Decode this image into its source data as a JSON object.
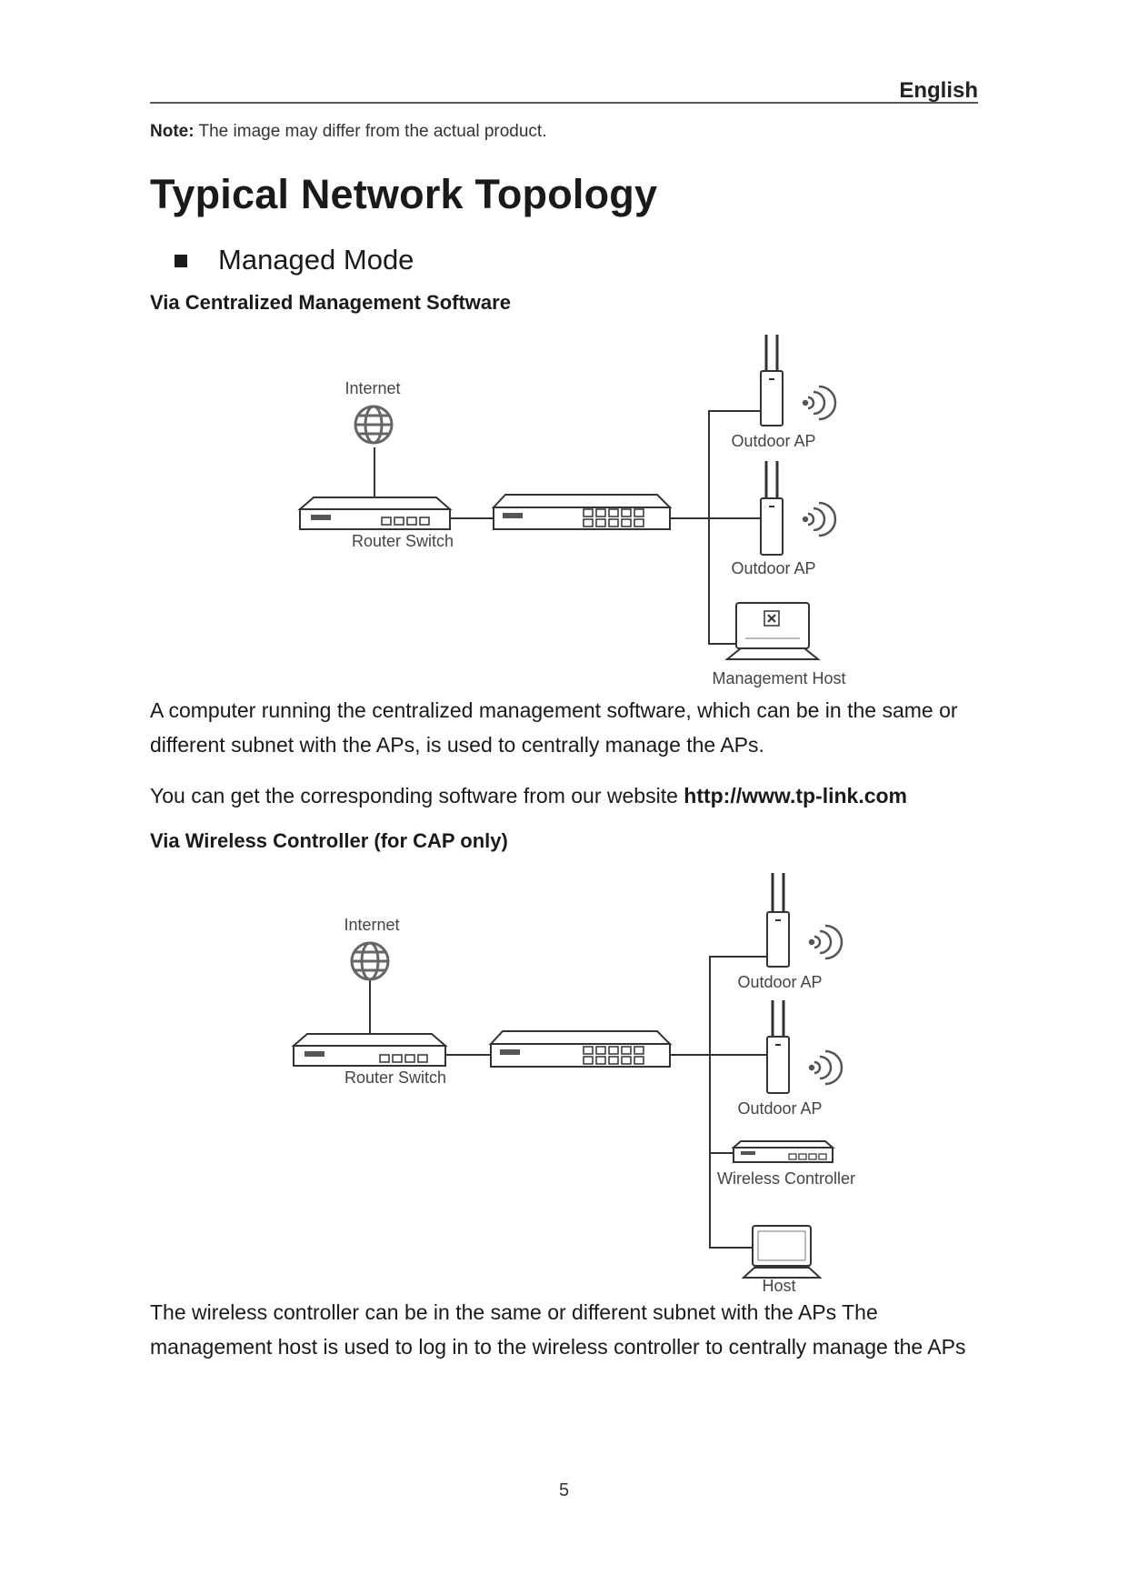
{
  "header": {
    "language": "English"
  },
  "note": {
    "label": "Note:",
    "text": " The image may differ from the actual product."
  },
  "title": "Typical Network Topology",
  "section": {
    "heading": "Managed Mode"
  },
  "part1": {
    "heading": "Via Centralized Management Software",
    "diagram": {
      "internet": "Internet",
      "router_switch": "Router Switch",
      "outdoor_ap_1": "Outdoor AP",
      "outdoor_ap_2": "Outdoor AP",
      "management_host": "Management Host"
    },
    "paragraph1": "A computer running the centralized management software, which can be in the same or different subnet with the APs, is used to centrally manage the APs.",
    "paragraph2_text": "You can get the corresponding software from our website ",
    "paragraph2_link": "http://www.tp-link.com"
  },
  "part2": {
    "heading": "Via Wireless Controller (for CAP only)",
    "diagram": {
      "internet": "Internet",
      "router_switch": "Router Switch",
      "outdoor_ap_1": "Outdoor AP",
      "outdoor_ap_2": "Outdoor AP",
      "wireless_controller": "Wireless Controller",
      "host": "Host"
    },
    "paragraph": "The wireless controller can be in the same or different subnet with the APs     The management host is used to log in to the wireless controller to centrally manage the APs"
  },
  "page_number": "5",
  "colors": {
    "text": "#1a1a1a",
    "line": "#333333",
    "label": "#444444"
  }
}
